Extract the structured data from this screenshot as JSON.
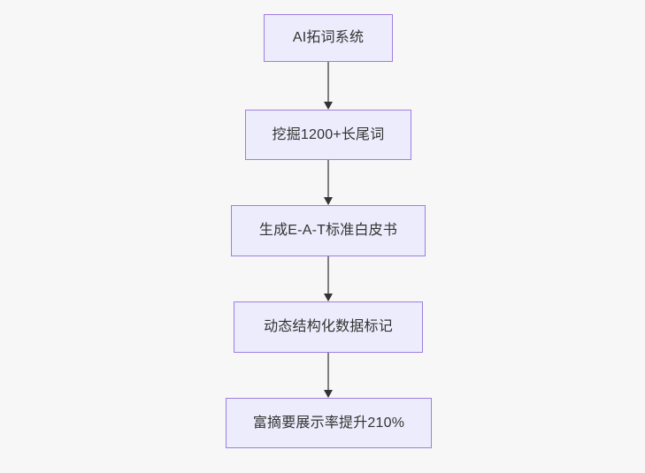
{
  "diagram": {
    "type": "flowchart",
    "orientation": "top-to-bottom",
    "background_color": "#f7f7f8",
    "node_fill_color": "#ececfc",
    "node_border_color": "#9f7ee0",
    "edge_line_color": "#7f7f7f",
    "edge_arrow_color": "#333333",
    "text_color": "#333333",
    "nodes": [
      {
        "id": "node-1",
        "label": "AI拓词系统"
      },
      {
        "id": "node-2",
        "label": "挖掘1200+长尾词"
      },
      {
        "id": "node-3",
        "label": "生成E-A-T标准白皮书"
      },
      {
        "id": "node-4",
        "label": "动态结构化数据标记"
      },
      {
        "id": "node-5",
        "label": "富摘要展示率提升210%"
      }
    ],
    "edges": [
      {
        "id": "edge-1",
        "from": "node-1",
        "to": "node-2",
        "label": ""
      },
      {
        "id": "edge-2",
        "from": "node-2",
        "to": "node-3",
        "label": ""
      },
      {
        "id": "edge-3",
        "from": "node-3",
        "to": "node-4",
        "label": ""
      },
      {
        "id": "edge-4",
        "from": "node-4",
        "to": "node-5",
        "label": ""
      }
    ]
  }
}
